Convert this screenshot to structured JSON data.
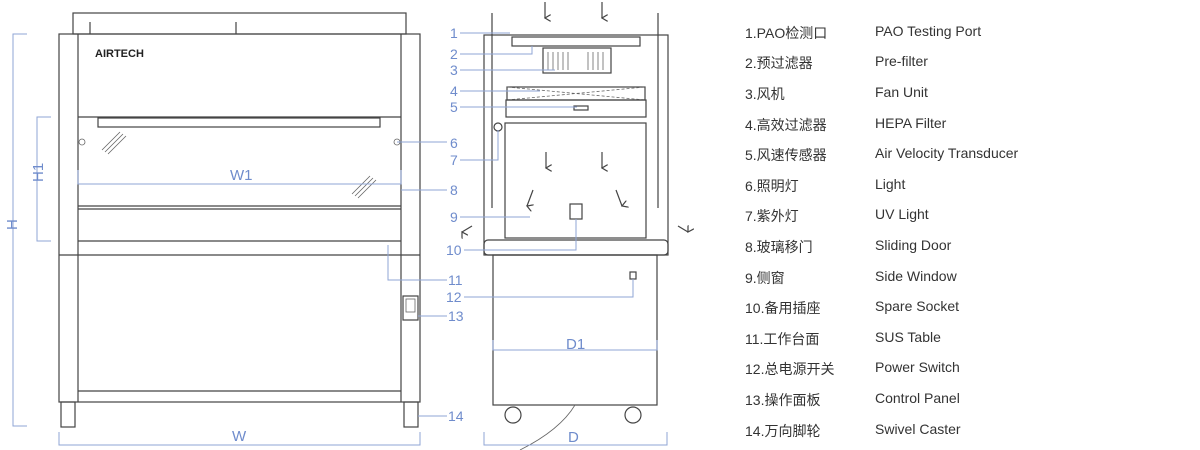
{
  "brand": "AIRTECH",
  "dimensions": {
    "h": "H",
    "h1": "H1",
    "w": "W",
    "w1": "W1",
    "d": "D",
    "d1": "D1"
  },
  "callouts": [
    "1",
    "2",
    "3",
    "4",
    "5",
    "6",
    "7",
    "8",
    "9",
    "10",
    "11",
    "12",
    "13",
    "14"
  ],
  "legend": [
    {
      "zh": "1.PAO检测口",
      "en": "PAO Testing Port"
    },
    {
      "zh": "2.预过滤器",
      "en": "Pre-filter"
    },
    {
      "zh": "3.风机",
      "en": "Fan Unit"
    },
    {
      "zh": "4.高效过滤器",
      "en": "HEPA Filter"
    },
    {
      "zh": "5.风速传感器",
      "en": "Air Velocity Transducer"
    },
    {
      "zh": "6.照明灯",
      "en": "Light"
    },
    {
      "zh": "7.紫外灯",
      "en": "UV Light"
    },
    {
      "zh": "8.玻璃移门",
      "en": "Sliding Door"
    },
    {
      "zh": "9.侧窗",
      "en": "Side Window"
    },
    {
      "zh": "10.备用插座",
      "en": "Spare Socket"
    },
    {
      "zh": "11.工作台面",
      "en": "SUS Table"
    },
    {
      "zh": "12.总电源开关",
      "en": "Power Switch"
    },
    {
      "zh": "13.操作面板",
      "en": "Control Panel"
    },
    {
      "zh": "14.万向脚轮",
      "en": "Swivel Caster"
    }
  ]
}
